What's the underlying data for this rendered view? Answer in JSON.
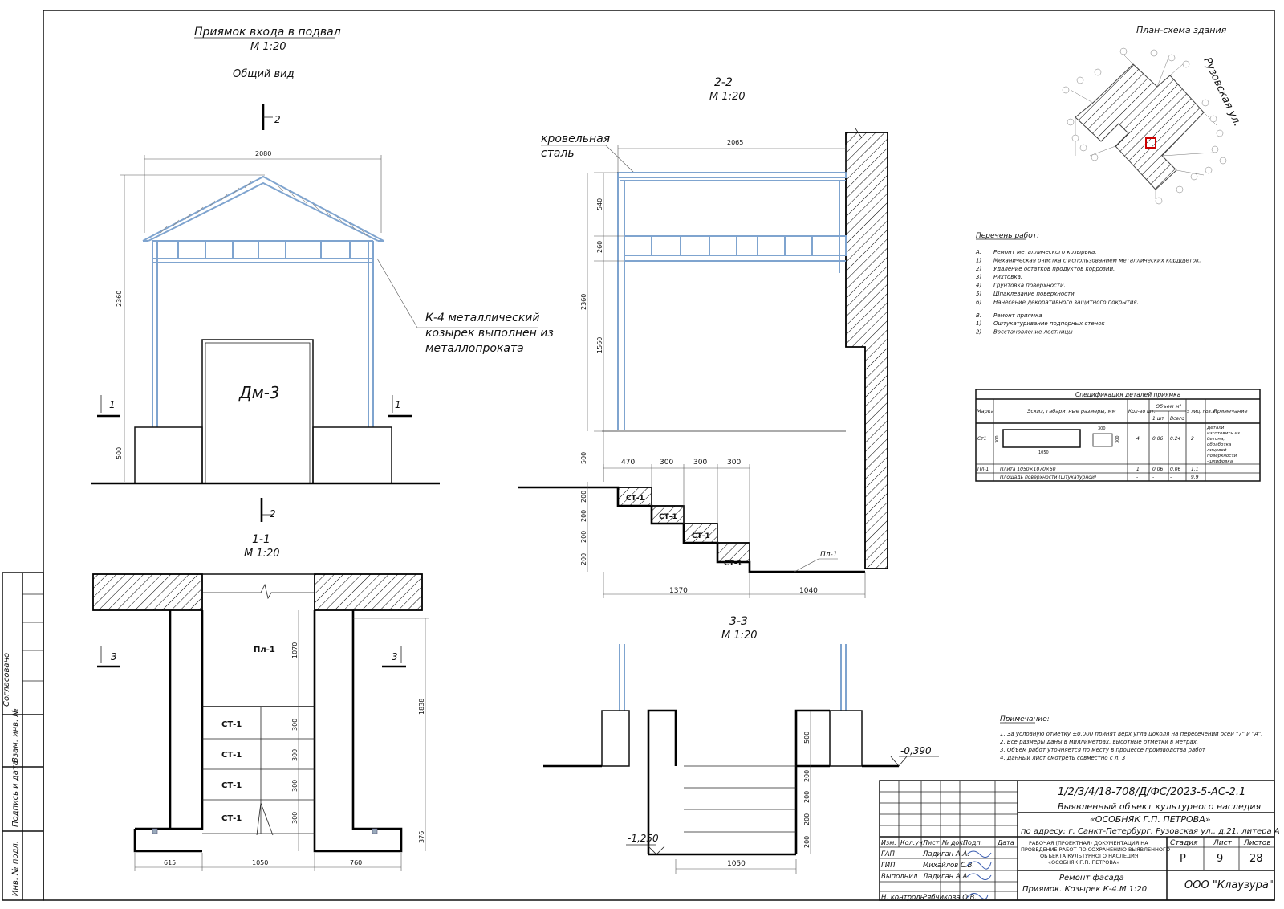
{
  "titles": {
    "main": "Приямок входа в подвал",
    "main_scale": "М 1:20",
    "general_view": "Общий вид",
    "plan_scheme": "План-схема здания",
    "section22": "2-2",
    "section22_scale": "М 1:20",
    "section11": "1-1",
    "section11_scale": "М 1:20",
    "section33": "3-3",
    "section33_scale": "М 1:20"
  },
  "street": "Рузовская ул.",
  "labels": {
    "door": "Дм-3",
    "canopy_note": [
      "К-4 металлический",
      "козырек выполнен из",
      "металлопроката"
    ],
    "roof_steel": [
      "кровельная",
      "сталь"
    ],
    "pl1": "Пл-1",
    "st1": "СТ-1",
    "cut1": "1",
    "cut2": "2",
    "cut3": "3",
    "level_neg039": "-0,390",
    "level_neg125": "-1,250"
  },
  "dims": {
    "front_width": "2080",
    "front_height": "2360",
    "front_base": "500",
    "s22_width": "2065",
    "s22_540": "540",
    "s22_260": "260",
    "s22_2360": "2360",
    "s22_1560": "1560",
    "s22_500": "500",
    "s22_470": "470",
    "s22_300": "300",
    "s22_200": "200",
    "s22_1370": "1370",
    "s22_1040": "1040",
    "s11_1070": "1070",
    "s11_1838": "1838",
    "s11_376": "376",
    "s11_300": "300",
    "s11_615": "615",
    "s11_1050": "1050",
    "s11_760": "760",
    "s33_500": "500",
    "s33_200": "200",
    "s33_1050": "1050"
  },
  "works": {
    "title": "Перечень работ:",
    "items": [
      [
        "А.",
        "Ремонт металлического козырька."
      ],
      [
        "1)",
        "Механическая очистка с использованием металлических кордщеток."
      ],
      [
        "2)",
        "Удаление остатков продуктов коррозии."
      ],
      [
        "3)",
        "Рихтовка."
      ],
      [
        "4)",
        "Грунтовка поверхности."
      ],
      [
        "5)",
        "Шпаклевание поверхности."
      ],
      [
        "6)",
        "Нанесение декоративного защитного покрытия."
      ],
      [
        "В.",
        "Ремонт приямка"
      ],
      [
        "1)",
        "Оштукатуривание подпорных стенок"
      ],
      [
        "2)",
        "Восстановление лестницы"
      ]
    ]
  },
  "spec": {
    "title": "Спецификация деталей приямка",
    "headers": {
      "mark": "Марка",
      "sketch": "Эскиз, габаритные размеры, мм",
      "qty": "Кол-во шт.",
      "volume": "Объем м³",
      "vol1": "1 шт",
      "vol_all": "Всего",
      "area": "S лиц. пов.м²",
      "note": "Примечание"
    },
    "sketch_dims": [
      "1050",
      "300",
      "300",
      "300"
    ],
    "rows": [
      [
        "Ст1",
        "",
        "4",
        "0.06",
        "0.24",
        "2",
        "Детали изготовить из бетона, обработка лицевой поверхности -шлифовка"
      ],
      [
        "Пл-1",
        "Плита 1050×1070×60",
        "1",
        "0.06",
        "0.06",
        "1.1",
        ""
      ],
      [
        "",
        "Площадь поверхности (штукатурной)",
        "-",
        "-",
        "-",
        "9.9",
        ""
      ]
    ]
  },
  "notes": {
    "title": "Примечание:",
    "items": [
      "1.   За условную отметку ±0.000 принят верх угла цоколя на пересечении осей \"7\" и \"А\".",
      "2.   Все размеры даны в миллиметрах, высотные отметки в метрах.",
      "3.   Объем работ уточняется по месту в процессе производства работ",
      "4.   Данный лист смотреть совместно с л. 3"
    ]
  },
  "left_stamp": {
    "agreed": "Согласовано",
    "inv_repl": "Взам. инв. №",
    "sign_date": "Подпись и дата",
    "inv_orig": "Инв. № подл."
  },
  "title_block": {
    "code": "1/2/3/4/18-708/Д/ФС/2023-5-АС-2.1",
    "object1": "Выявленный объект культурного наследия",
    "object2": "«ОСОБНЯК Г.П. ПЕТРОВА»",
    "address": "по адресу: г. Санкт-Петербург, Рузовская ул., д.21, литера А",
    "doc": [
      "РАБОЧАЯ (ПРОЕКТНАЯ) ДОКУМЕНТАЦИЯ НА",
      "ПРОВЕДЕНИЕ РАБОТ ПО СОХРАНЕНИЮ ВЫЯВЛЕННОГО",
      "ОБЪЕКТА КУЛЬТУРНОГО НАСЛЕДИЯ",
      "«ОСОБНЯК Г.П. ПЕТРОВА»"
    ],
    "sheet_title1": "Ремонт фасада",
    "sheet_title2": "Приямок. Козырек К-4.М 1:20",
    "company": "ООО \"Клаузура\"",
    "stage_label": "Стадия",
    "sheet_label": "Лист",
    "sheets_label": "Листов",
    "stage": "Р",
    "sheet": "9",
    "sheets": "28",
    "cols": [
      "Изм.",
      "Кол.уч",
      "Лист",
      "№ док.",
      "Подп.",
      "Дата"
    ],
    "people": [
      [
        "ГАП",
        "Ладиган А.А."
      ],
      [
        "ГИП",
        "Михайлов С.В."
      ],
      [
        "Выполнил",
        "Ладиган А.А."
      ],
      [
        "Н. контроль",
        "Рябчикова О.В."
      ]
    ]
  }
}
